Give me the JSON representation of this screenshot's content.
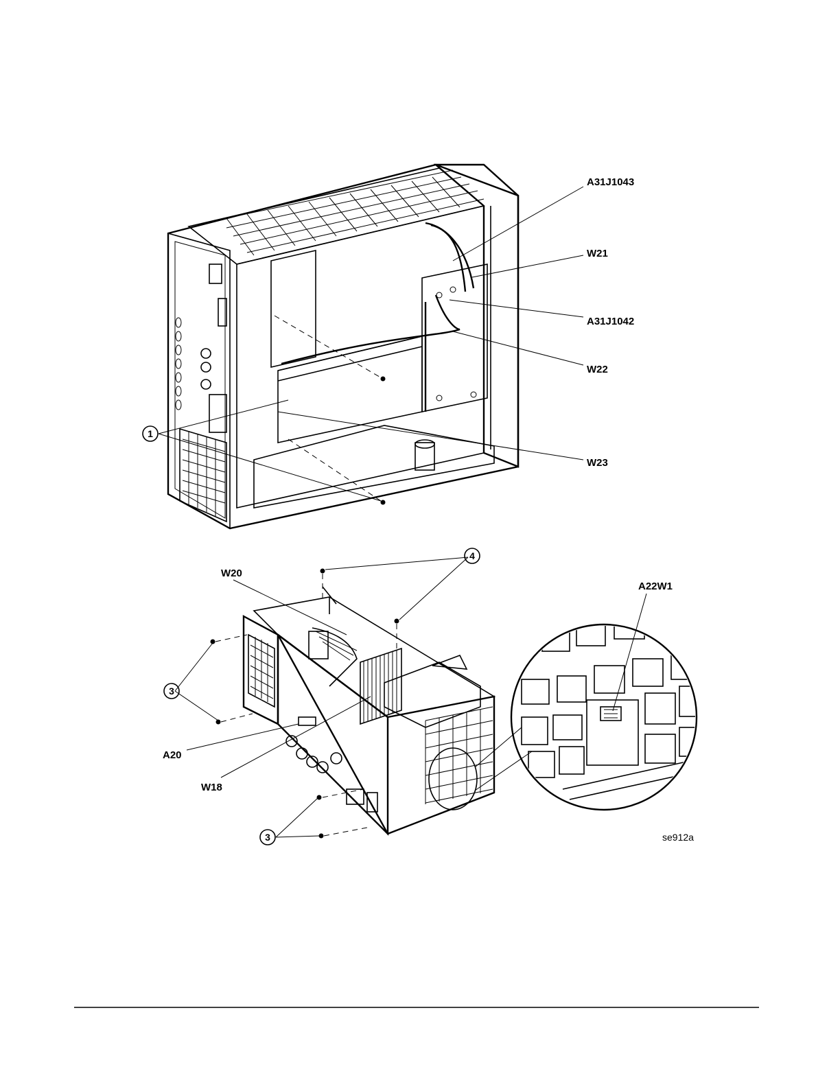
{
  "figure": {
    "top_view_labels": {
      "a31j1043": "A31J1043",
      "w21": "W21",
      "a31j1042": "A31J1042",
      "w22": "W22",
      "w23": "W23",
      "callout_1": "1"
    },
    "bottom_view_labels": {
      "w20": "W20",
      "callout_4": "4",
      "a22w1": "A22W1",
      "callout_3_upper": "3",
      "callout_3_lower": "3",
      "a20": "A20",
      "w18": "W18"
    },
    "figure_id": "se912a"
  }
}
